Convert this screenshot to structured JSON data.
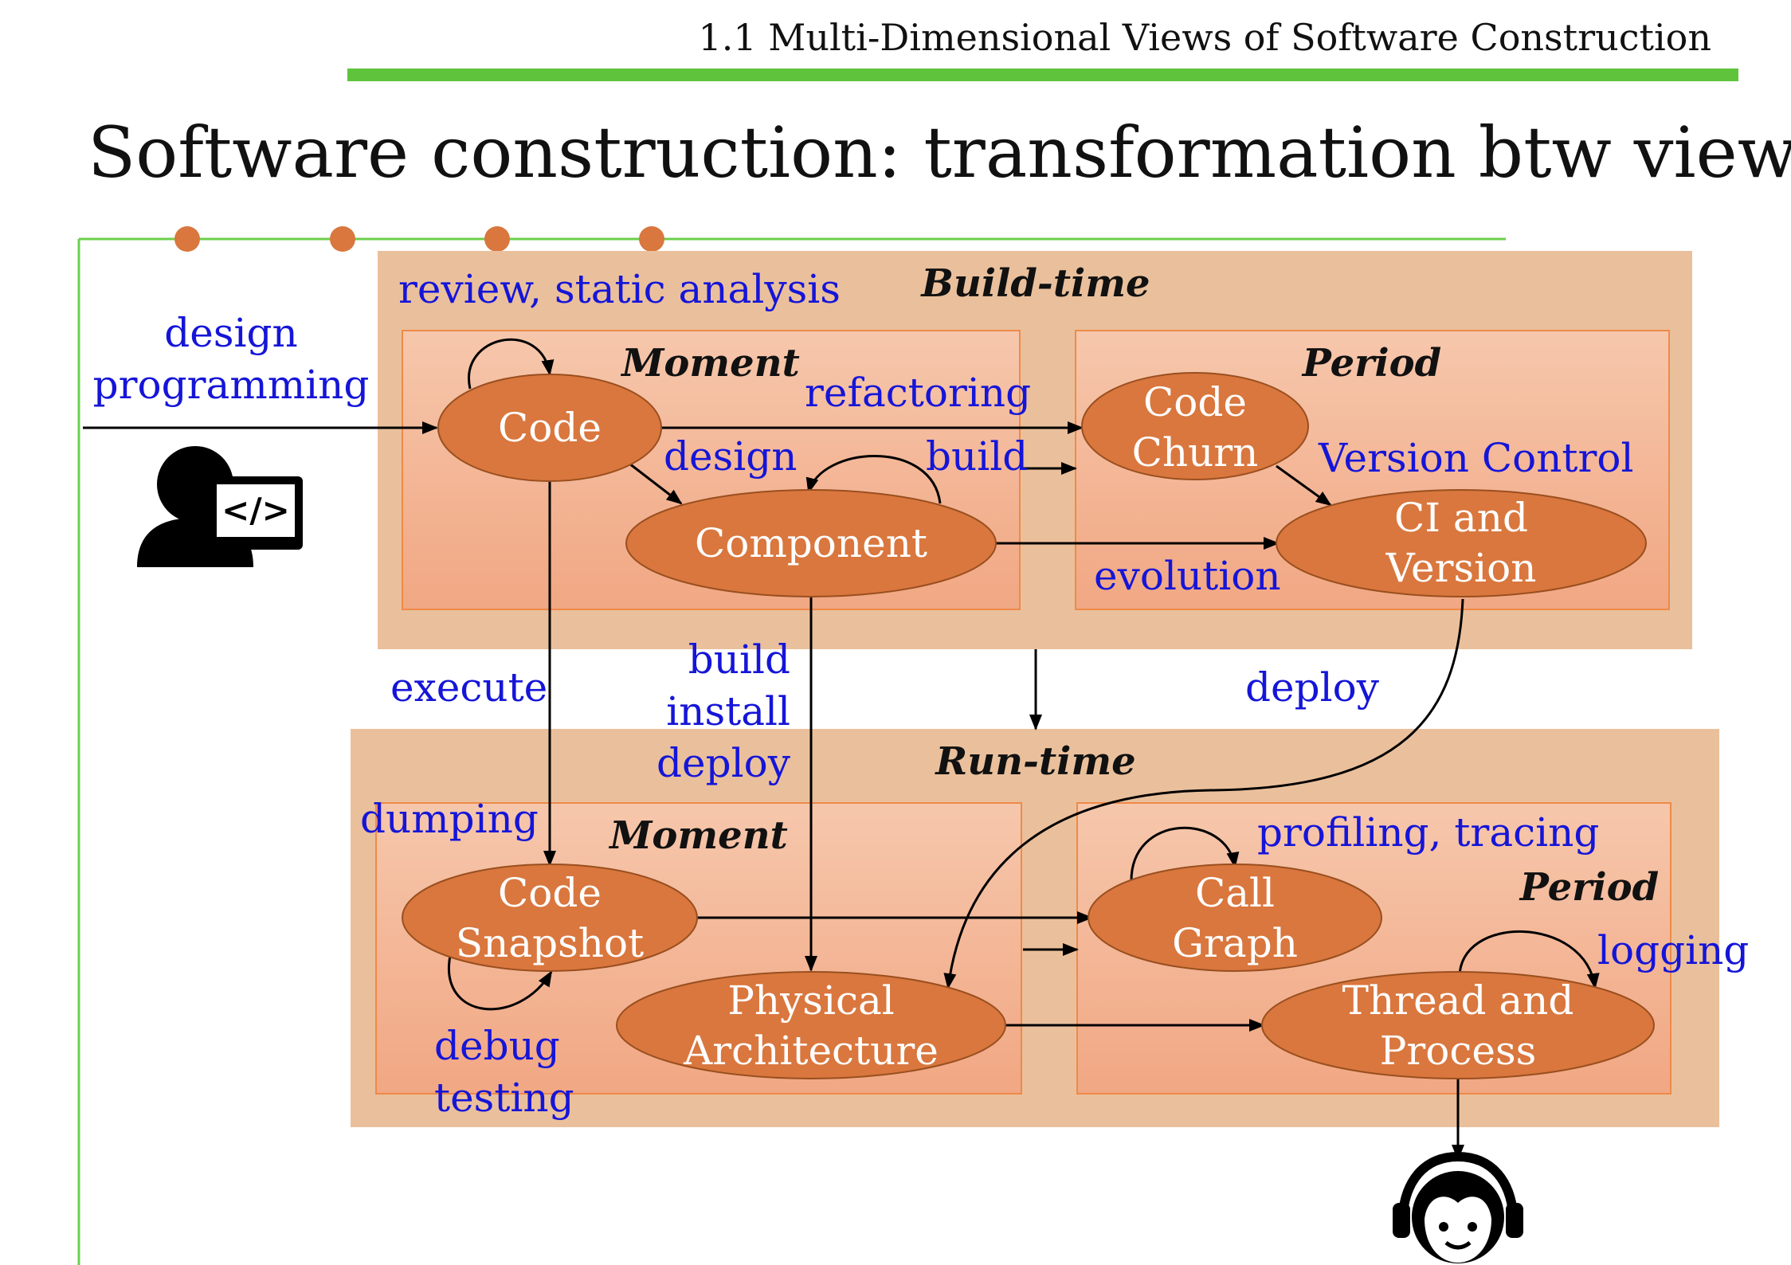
{
  "header": {
    "section_title": "1.1 Multi-Dimensional Views of Software Construction"
  },
  "slide": {
    "title": "Software construction: transformation btw views"
  },
  "colors": {
    "accent_bar": "#5fc43c",
    "panel_outer": "#eac09c",
    "panel_inner": "#f3b090",
    "node_fill": "#d9773e",
    "node_stroke": "#9a4f1f",
    "label_blue": "#1515d8",
    "bullet": "#d9773e"
  },
  "build_time": {
    "title": "Build-time",
    "moment": {
      "title": "Moment"
    },
    "period": {
      "title": "Period"
    }
  },
  "run_time": {
    "title": "Run-time",
    "moment": {
      "title": "Moment"
    },
    "period": {
      "title": "Period"
    }
  },
  "nodes": {
    "code": "Code",
    "component": "Component",
    "code_churn": [
      "Code",
      "Churn"
    ],
    "ci_version": [
      "CI and",
      "Version"
    ],
    "code_snapshot": [
      "Code",
      "Snapshot"
    ],
    "physical_architecture": [
      "Physical",
      "Architecture"
    ],
    "call_graph": [
      "Call",
      "Graph"
    ],
    "thread_process": [
      "Thread and",
      "Process"
    ]
  },
  "edge_labels": {
    "design_programming": [
      "design",
      "programming"
    ],
    "review_static_analysis": "review, static analysis",
    "refactoring": "refactoring",
    "design": "design",
    "build": "build",
    "version_control": "Version Control",
    "evolution": "evolution",
    "execute": "execute",
    "build_install_deploy": [
      "build",
      "install",
      "deploy"
    ],
    "deploy": "deploy",
    "dumping": "dumping",
    "profiling_tracing": "profiling, tracing",
    "logging": "logging",
    "debug_testing": [
      "debug",
      "testing"
    ]
  },
  "icons": {
    "developer": "developer-with-monitor-icon",
    "code_glyph": "</>",
    "operator": "support-headset-icon"
  }
}
